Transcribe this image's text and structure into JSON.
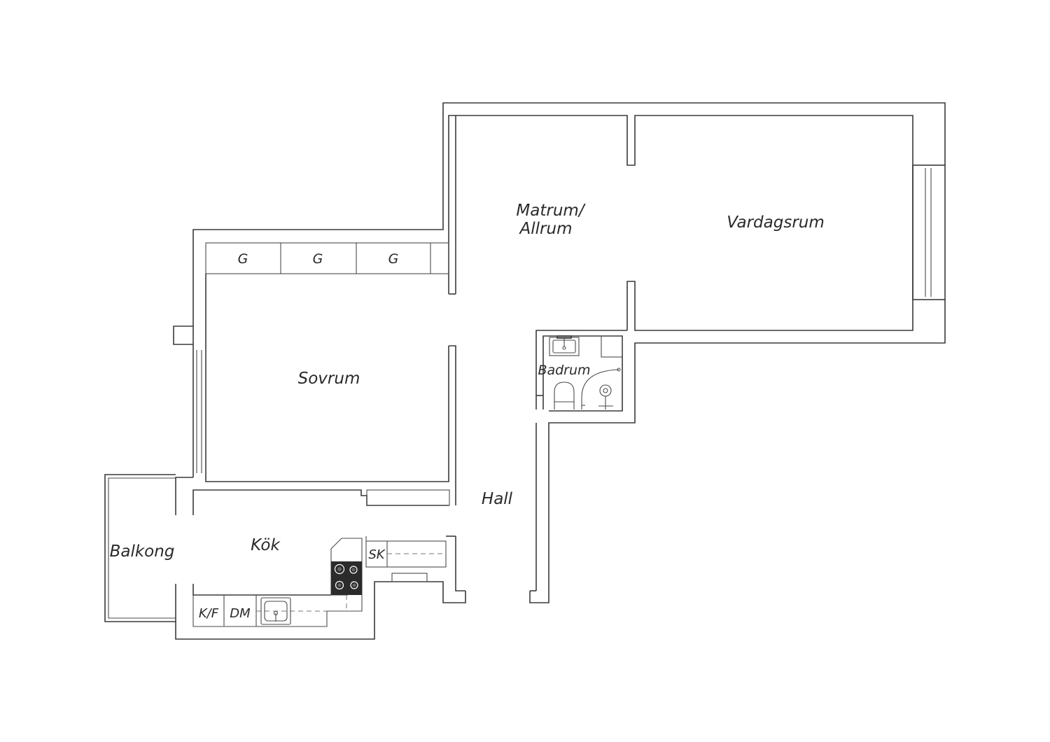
{
  "rooms": {
    "matrum_line1": "Matrum/",
    "matrum_line2": "Allrum",
    "vardagsrum": "Vardagsrum",
    "sovrum": "Sovrum",
    "badrum": "Badrum",
    "hall": "Hall",
    "kok": "Kök",
    "balkong": "Balkong"
  },
  "fixtures": {
    "wardrobe_1": "G",
    "wardrobe_2": "G",
    "wardrobe_3": "G",
    "kf": "K/F",
    "dm": "DM",
    "sk": "SK"
  },
  "colors": {
    "wall": "#3a3a3a",
    "stove": "#2b2b2b",
    "background": "#ffffff"
  }
}
